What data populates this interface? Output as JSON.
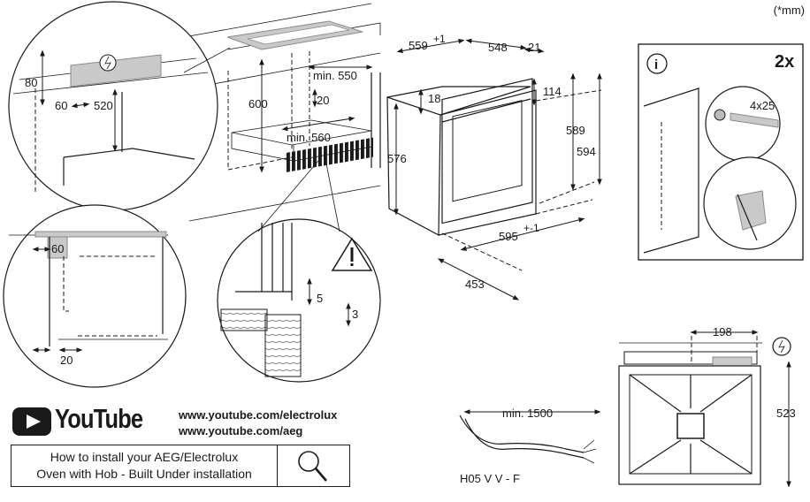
{
  "units": "(*mm)",
  "youtube": {
    "logo_text": "YouTube",
    "links": [
      "www.youtube.com/electrolux",
      "www.youtube.com/aeg"
    ],
    "caption_line1": "How to install your AEG/Electrolux",
    "caption_line2": "Oven with Hob - Built Under installation"
  },
  "niche": {
    "height": "600",
    "depth_min": "min. 550",
    "vent": "20",
    "width_min": "min. 560"
  },
  "circle_hob": {
    "clearance": "80",
    "offset": "60",
    "depth": "520"
  },
  "circle_side": {
    "top": "60",
    "bottom": "20"
  },
  "circle_detail": {
    "gap_a": "5",
    "gap_b": "3"
  },
  "oven": {
    "depth": "559",
    "depth_tol": "+1",
    "depth_total": "548",
    "door": "21",
    "top_gap": "114",
    "panel": "18",
    "height_inner": "576",
    "height_a": "589",
    "height_b": "594",
    "width": "595",
    "width_tol": "+-1",
    "depth_bottom": "453"
  },
  "info": {
    "count": "2x",
    "screw": "4x25"
  },
  "cable": {
    "length": "min. 1500",
    "type": "H05 V V - F"
  },
  "hob_top": {
    "width": "198",
    "depth": "523"
  }
}
